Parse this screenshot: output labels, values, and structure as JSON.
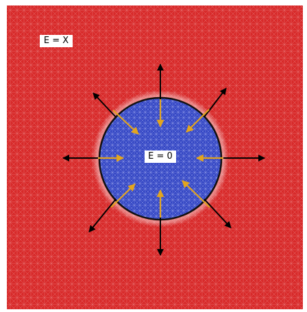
{
  "regions": {
    "outer": {
      "label": "E = X",
      "color": "#d82a2a"
    },
    "inner": {
      "label": "E = 0",
      "color": "#3346c4"
    }
  },
  "arrows": {
    "outward_color": "#000000",
    "inward_color": "#e3a51e",
    "count": 8
  },
  "mesh_line_color": "#f2c7c7"
}
